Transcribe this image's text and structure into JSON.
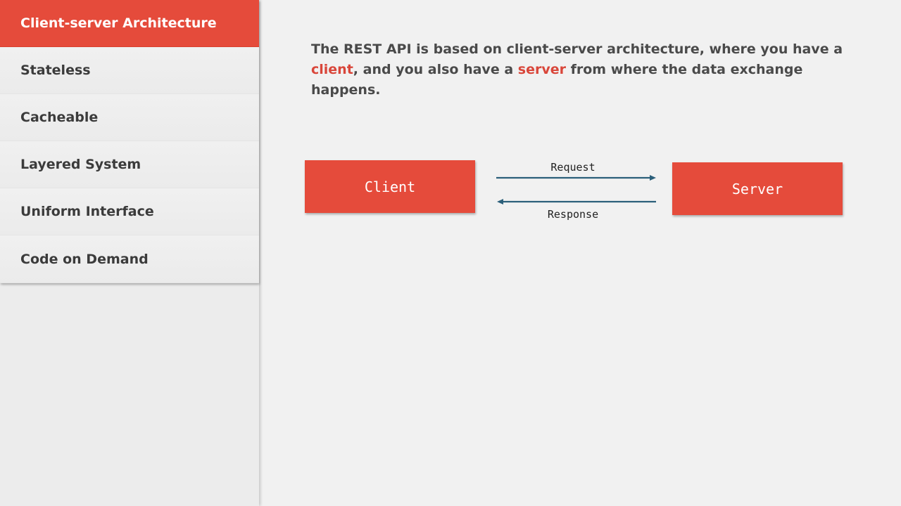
{
  "sidebar": {
    "items": [
      {
        "label": "Client-server Architecture",
        "active": true
      },
      {
        "label": "Stateless",
        "active": false
      },
      {
        "label": "Cacheable",
        "active": false
      },
      {
        "label": "Layered System",
        "active": false
      },
      {
        "label": "Uniform Interface",
        "active": false
      },
      {
        "label": "Code on Demand",
        "active": false
      }
    ]
  },
  "intro": {
    "part1": "The REST API is based on client-server architecture, where you have a ",
    "highlight1": "client",
    "part2": ", and you also have a ",
    "highlight2": "server",
    "part3": " from where the data exchange happens."
  },
  "diagram": {
    "client_label": "Client",
    "server_label": "Server",
    "request_label": "Request",
    "response_label": "Response"
  },
  "colors": {
    "accent": "#e54b3b",
    "arrow": "#2b5f7a",
    "highlight_text": "#d9463a"
  }
}
